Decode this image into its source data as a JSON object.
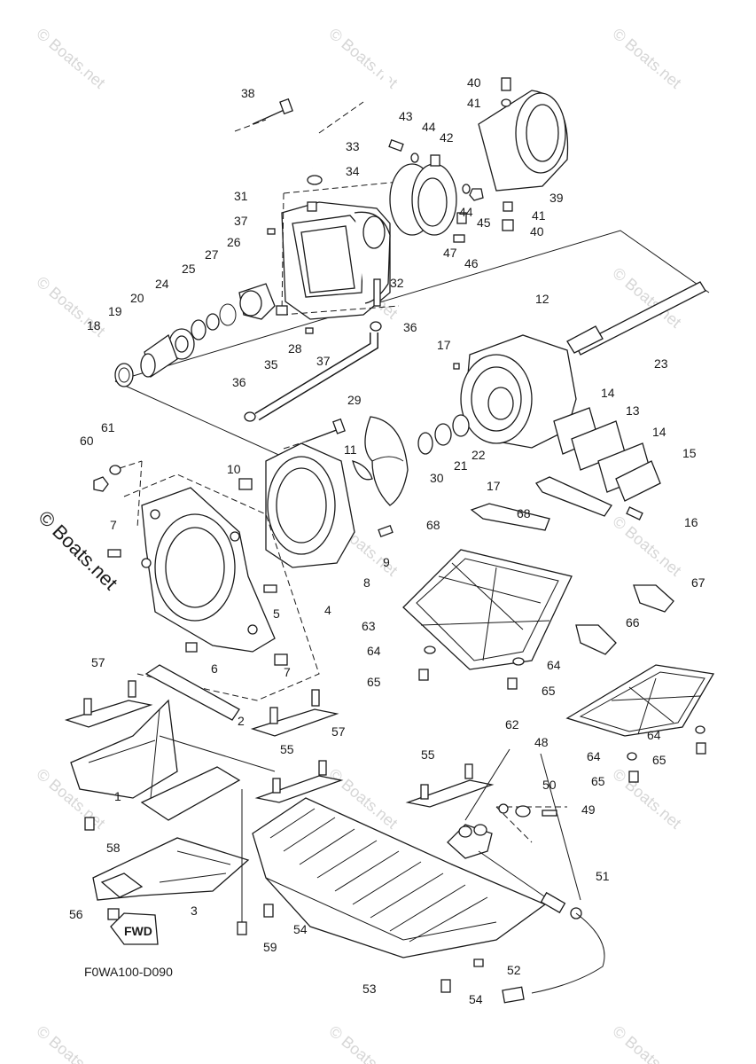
{
  "watermark": "© Boats.net",
  "diagram_code": "F0WA100-D090",
  "fwd_label": "FWD",
  "part_numbers": [
    "38",
    "33",
    "34",
    "31",
    "37",
    "26",
    "27",
    "25",
    "24",
    "20",
    "19",
    "18",
    "28",
    "37",
    "32",
    "36",
    "35",
    "36",
    "43",
    "44",
    "42",
    "44",
    "45",
    "47",
    "46",
    "40",
    "41",
    "39",
    "41",
    "40",
    "12",
    "23",
    "17",
    "29",
    "21",
    "22",
    "30",
    "17",
    "14",
    "13",
    "14",
    "15",
    "16",
    "11",
    "10",
    "9",
    "8",
    "60",
    "61",
    "7",
    "5",
    "4",
    "6",
    "7",
    "68",
    "68",
    "63",
    "64",
    "65",
    "64",
    "65",
    "67",
    "66",
    "62",
    "64",
    "64",
    "65",
    "65",
    "57",
    "2",
    "57",
    "1",
    "58",
    "3",
    "56",
    "59",
    "55",
    "55",
    "48",
    "50",
    "49",
    "51",
    "54",
    "52",
    "53",
    "54"
  ]
}
